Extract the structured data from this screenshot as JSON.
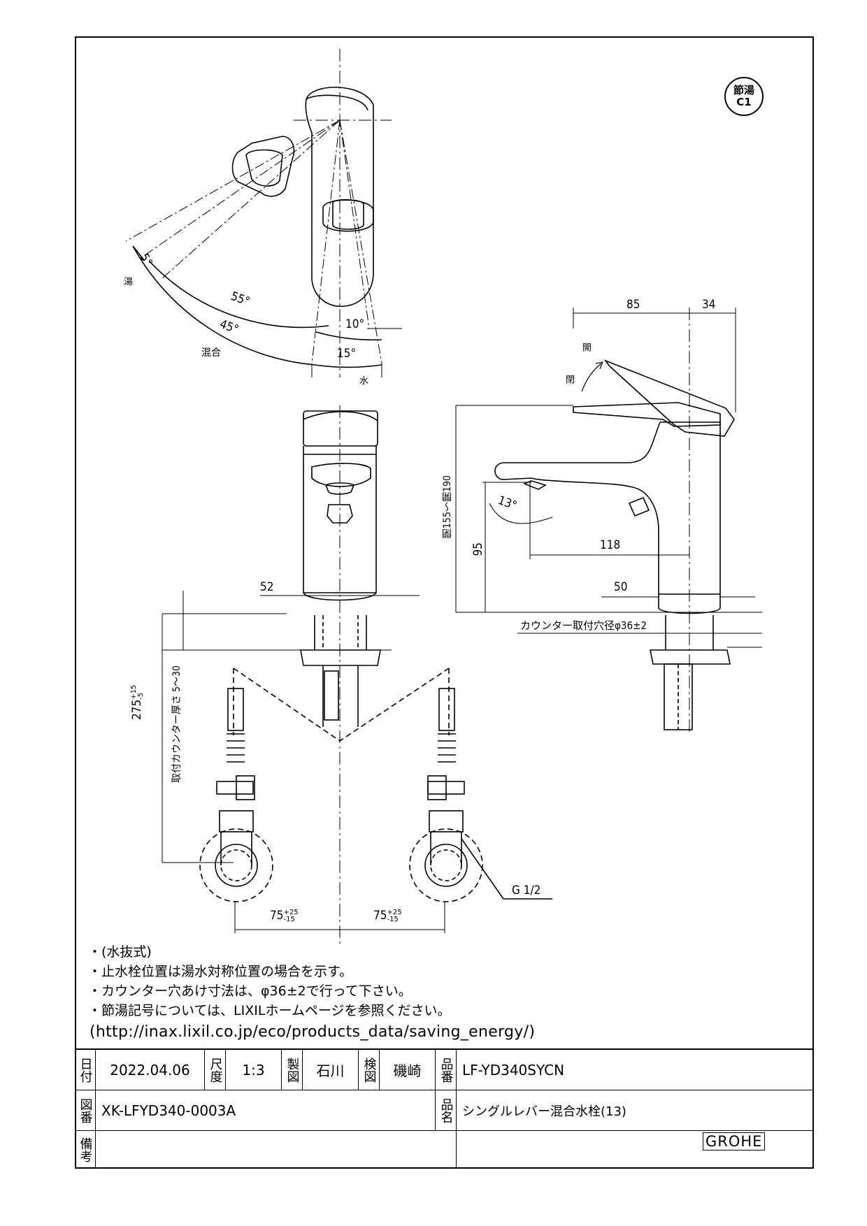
{
  "stamp": {
    "line1": "節湯",
    "line2": "C1"
  },
  "top_view": {
    "angle_5": "5°",
    "angle_55": "55°",
    "angle_45": "45°",
    "angle_10": "10°",
    "angle_15": "15°",
    "hot_label": "湯",
    "mix_label": "混合",
    "water_label": "水"
  },
  "side_view": {
    "dim_85": "85",
    "dim_34": "34",
    "open_label": "開",
    "close_label": "閉",
    "height_label": "閉155～開190",
    "angle_13": "13°",
    "dim_95": "95",
    "dim_118": "118",
    "dim_50": "50",
    "counter_hole": "カウンター取付穴径φ36±2"
  },
  "front_view": {
    "dim_52": "52",
    "dim_275": "275",
    "dim_275_tol_up": "+15",
    "dim_275_tol_dn": "-5",
    "counter_thickness": "取付カウンター厚さ 5～30",
    "dim_75_left": "75",
    "dim_75_right": "75",
    "tol_up": "+25",
    "tol_dn": "-15",
    "thread": "G 1/2"
  },
  "notes": [
    "・(水抜式)",
    "・止水栓位置は湯水対称位置の場合を示す。",
    "・カウンター穴あけ寸法は、φ36±2で行って下さい。",
    "・節湯記号については、LIXILホームページを参照ください。"
  ],
  "url": "(http://inax.lixil.co.jp/eco/products_data/saving_energy/)",
  "title_block": {
    "date_label": "日付",
    "date": "2022.04.06",
    "scale_label": "尺度",
    "scale": "1:3",
    "drawn_label": "製図",
    "drawn": "石川",
    "checked_label": "検図",
    "checked": "磯崎",
    "part_no_label": "品番",
    "part_no": "LF-YD340SYCN",
    "drawing_no_label": "図番",
    "drawing_no": "XK-LFYD340-0003A",
    "part_name_label": "品名",
    "part_name": "シングルレバー混合水栓(13)",
    "remarks_label": "備考",
    "brand": "GROHE"
  }
}
